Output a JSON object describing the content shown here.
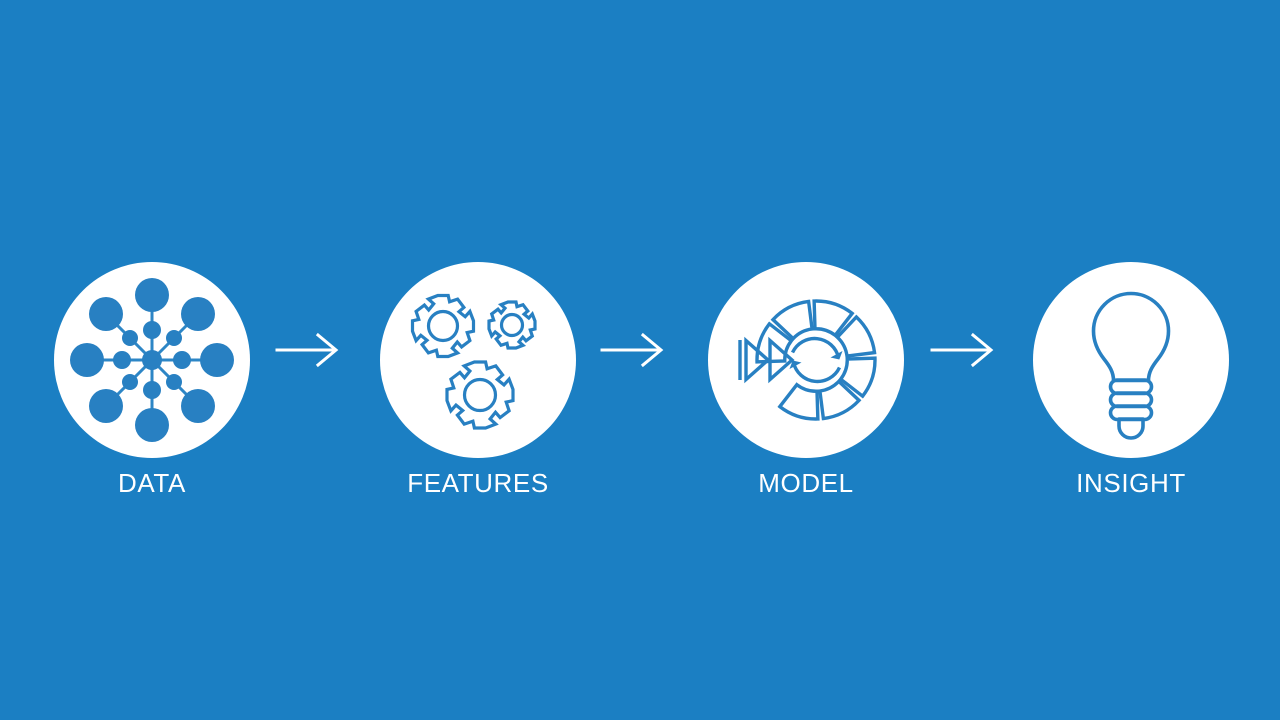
{
  "theme": {
    "background_color": "#1b7fc3",
    "circle_color": "#ffffff",
    "icon_color": "#1b7fc3",
    "label_color": "#ffffff",
    "arrow_color": "#ffffff"
  },
  "diagram": {
    "type": "process-flow",
    "orientation": "horizontal",
    "stage_count": 4,
    "connector_count": 3,
    "stages": [
      {
        "label": "DATA",
        "icon": "network-nodes-icon"
      },
      {
        "label": "FEATURES",
        "icon": "gears-icon"
      },
      {
        "label": "MODEL",
        "icon": "segmented-wheel-refresh-icon"
      },
      {
        "label": "INSIGHT",
        "icon": "lightbulb-icon"
      }
    ],
    "connectors": [
      {
        "icon": "arrow-right-icon"
      },
      {
        "icon": "arrow-right-icon"
      },
      {
        "icon": "arrow-right-icon"
      }
    ]
  }
}
